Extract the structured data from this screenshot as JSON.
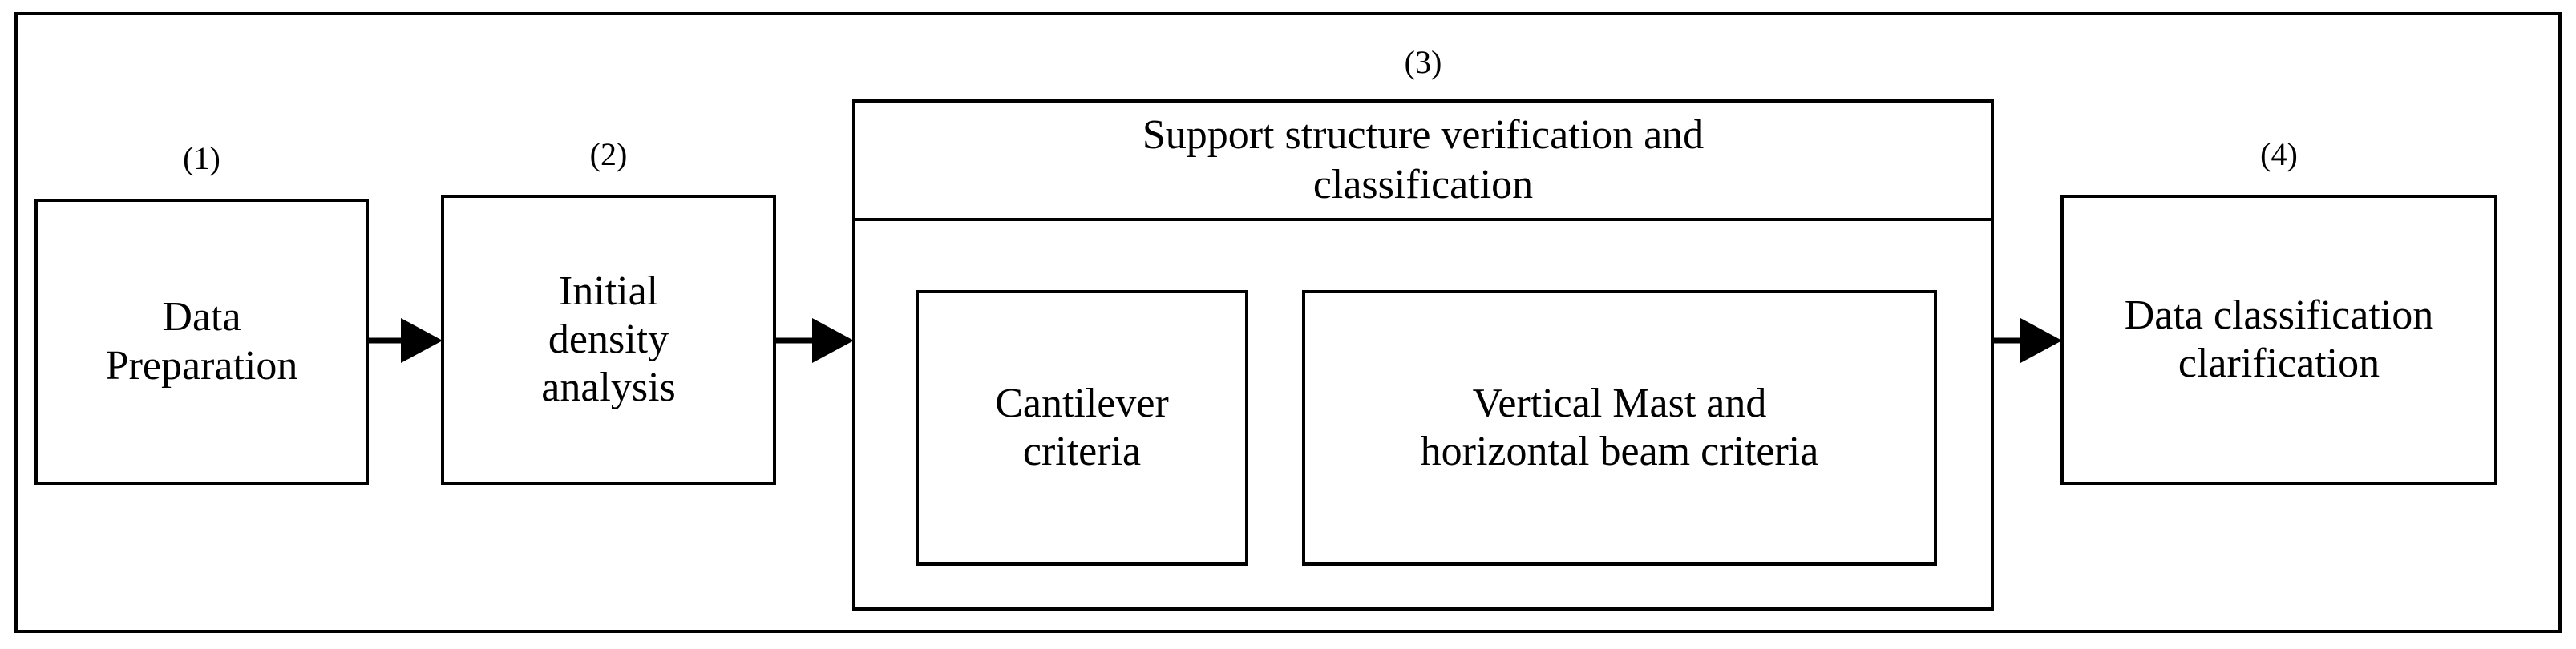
{
  "diagram": {
    "title": "",
    "steps": [
      {
        "number": "(1)",
        "text": "Data\nPreparation"
      },
      {
        "number": "(2)",
        "text": "Initial\ndensity\nanalysis"
      },
      {
        "number": "(3)",
        "header": "Support structure verification and\nclassification",
        "sub_boxes": [
          {
            "text": "Cantilever\ncriteria"
          },
          {
            "text": "Vertical Mast  and\nhorizontal beam criteria"
          }
        ]
      },
      {
        "number": "(4)",
        "text": "Data classification\nclarification"
      }
    ],
    "arrows": [
      {
        "name": "arrow-step1-to-step2",
        "direction": "right"
      },
      {
        "name": "arrow-step2-to-step3",
        "direction": "right"
      },
      {
        "name": "arrow-step3-to-step4",
        "direction": "right"
      }
    ],
    "colors": {
      "stroke": "#000000",
      "background": "#ffffff",
      "text": "#000000"
    }
  }
}
